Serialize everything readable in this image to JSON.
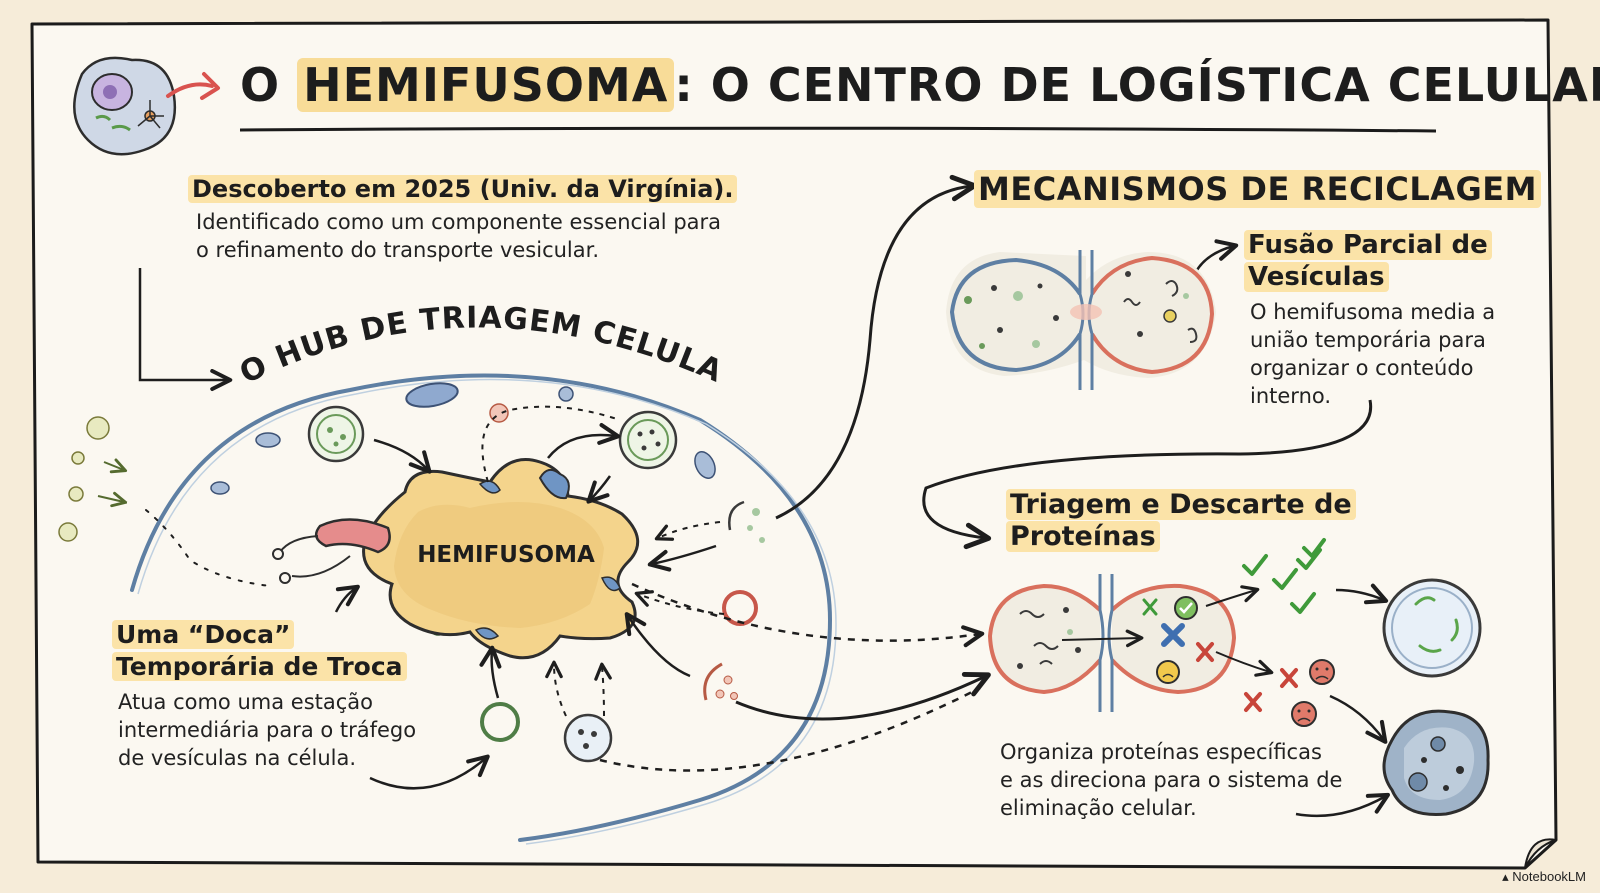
{
  "title": {
    "prefix": "O",
    "highlight": "HEMIFUSOMA",
    "rest": ": O CENTRO DE LOGÍSTICA CELULAR"
  },
  "discovery": {
    "heading": "Descoberto em 2025 (Univ. da Virgínia).",
    "line1": "Identificado como um componente essencial para",
    "line2": "o refinamento do transporte vesicular."
  },
  "hub": {
    "label": "O HUB DE TRIAGEM CELULAR",
    "center_label": "HEMIFUSOMA"
  },
  "dock": {
    "heading_line1": "Uma “Doca”",
    "heading_line2": "Temporária de Troca",
    "line1": "Atua como uma estação",
    "line2": "intermediária para o tráfego",
    "line3": "de vesículas na célula."
  },
  "recycling": {
    "title": "MECANISMOS DE RECICLAGEM"
  },
  "fusion": {
    "heading_line1": "Fusão Parcial de",
    "heading_line2": "Vesículas",
    "line1": "O hemifusoma media a",
    "line2": "união temporária para",
    "line3": "organizar o conteúdo",
    "line4": "interno."
  },
  "sorting": {
    "heading_line1": "Triagem e Descarte de",
    "heading_line2": "Proteínas",
    "line1": "Organiza proteínas específicas",
    "line2": "e as direciona para o sistema de",
    "line3": "eliminação celular."
  },
  "watermark": "NotebookLM",
  "icons": [
    "cell-icon",
    "arrow-icon",
    "check-icon",
    "cross-icon",
    "sad-face-icon",
    "lysosome-icon"
  ],
  "colors": {
    "background": "#f6ecd9",
    "paper": "#fbf8f1",
    "highlight": "#f8dc98",
    "membrane_blue": "#5e7fa3",
    "membrane_red": "#d9705d",
    "hemifusoma_fill": "#f4d48c",
    "check_green": "#3f9a3a",
    "cross_red": "#c8453a"
  }
}
